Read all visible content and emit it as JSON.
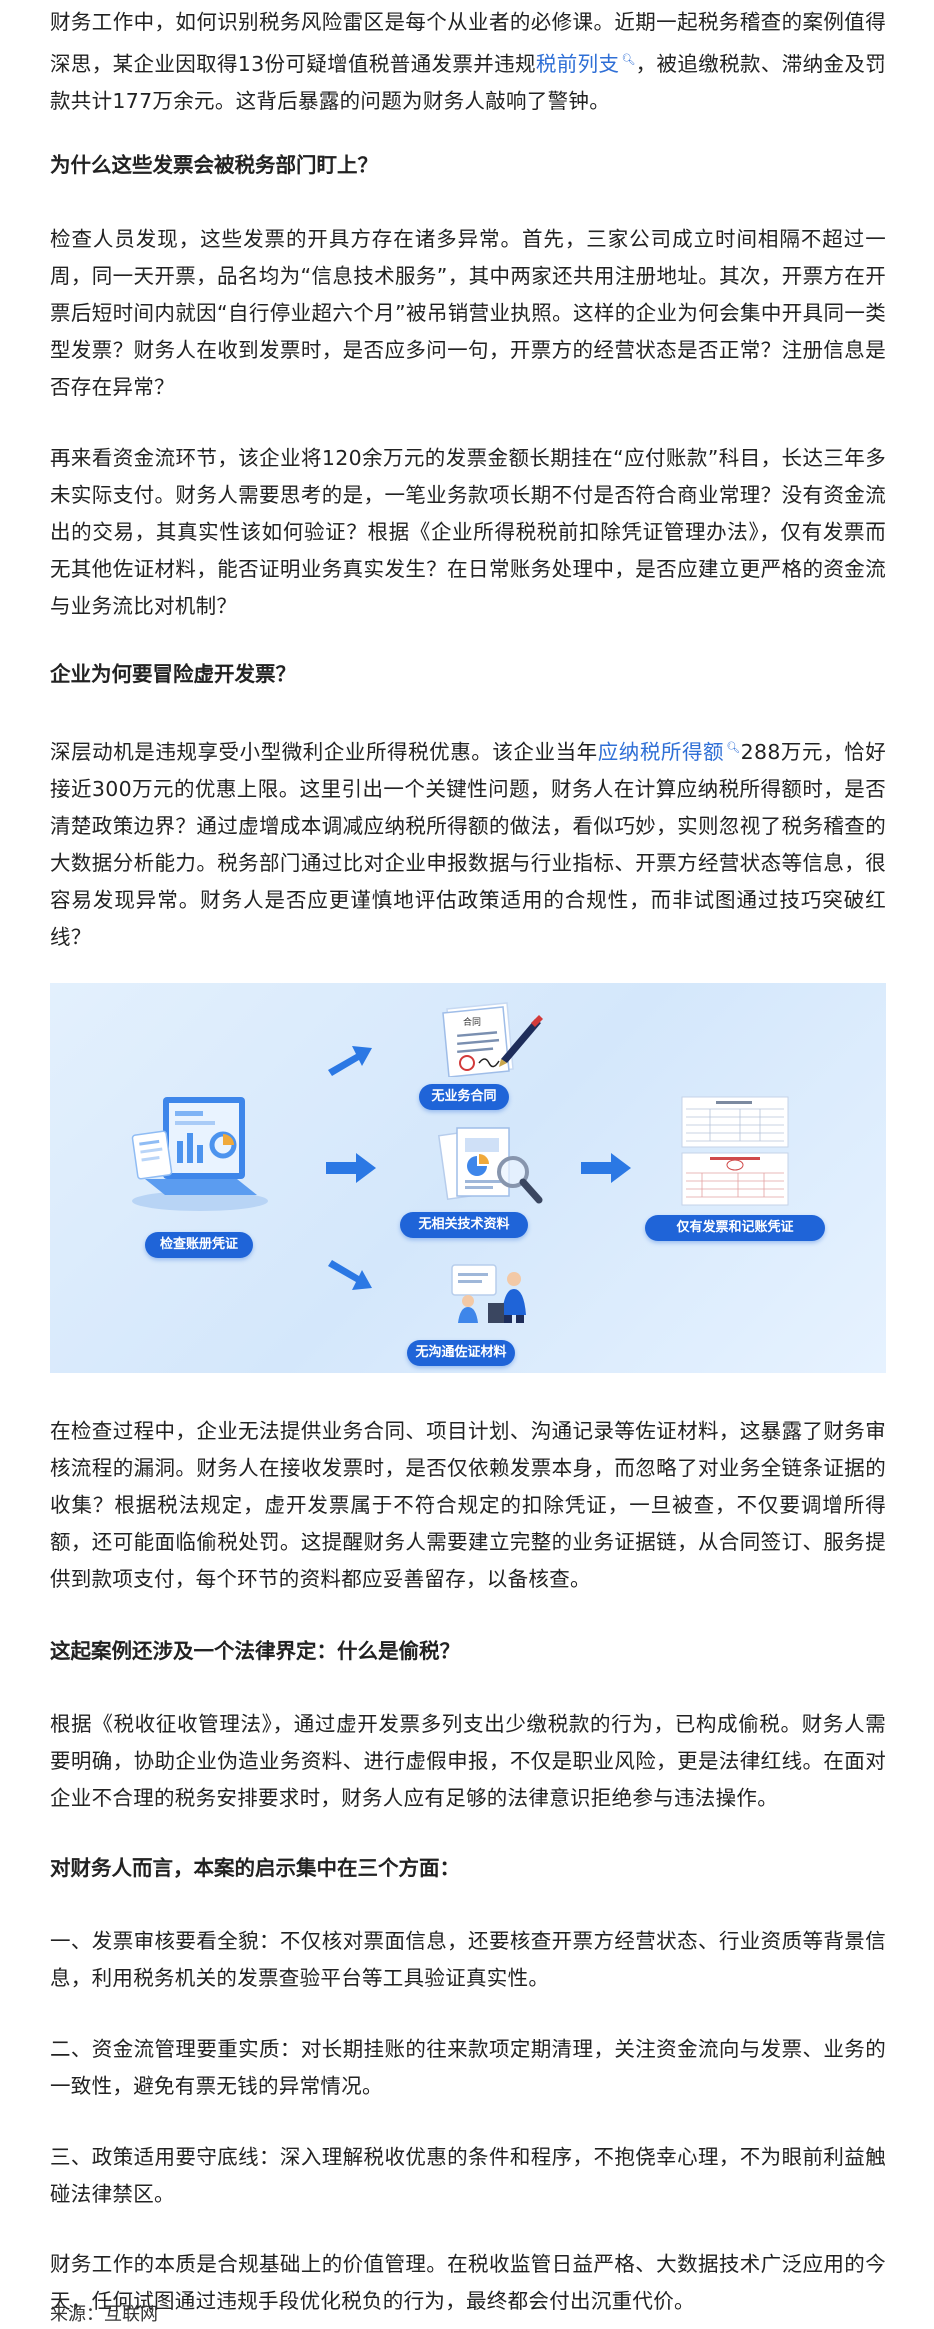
{
  "paragraphs": {
    "intro_a": "财务工作中，如何识别税务风险雷区是每个从业者的必修课。近期一起税务稽查的案例值得深思，某企业因取得13份可疑增值税普通发票并违规",
    "intro_link": "税前列支",
    "intro_b": "，被追缴税款、滞纳金及罚款共计177万余元。这背后暴露的问题为财务人敲响了警钟。",
    "h1": "为什么这些发票会被税务部门盯上？",
    "p2": "检查人员发现，这些发票的开具方存在诸多异常。首先，三家公司成立时间相隔不超过一周，同一天开票，品名均为“信息技术服务”，其中两家还共用注册地址。其次，开票方在开票后短时间内就因“自行停业超六个月”被吊销营业执照。这样的企业为何会集中开具同一类型发票？财务人在收到发票时，是否应多问一句，开票方的经营状态是否正常？注册信息是否存在异常？",
    "p3": "再来看资金流环节，该企业将120余万元的发票金额长期挂在“应付账款”科目，长达三年多未实际支付。财务人需要思考的是，一笔业务款项长期不付是否符合商业常理？没有资金流出的交易，其真实性该如何验证？根据《企业所得税税前扣除凭证管理办法》，仅有发票而无其他佐证材料，能否证明业务真实发生？在日常账务处理中，是否应建立更严格的资金流与业务流比对机制？",
    "h2": "企业为何要冒险虚开发票？",
    "p4_a": "深层动机是违规享受小型微利企业所得税优惠。该企业当年",
    "p4_link": "应纳税所得额",
    "p4_b": "288万元，恰好接近300万元的优惠上限。这里引出一个关键性问题，财务人在计算应纳税所得额时，是否清楚政策边界？通过虚增成本调减应纳税所得额的做法，看似巧妙，实则忽视了税务稽查的大数据分析能力。税务部门通过比对企业申报数据与行业指标、开票方经营状态等信息，很容易发现异常。财务人是否应更谨慎地评估政策适用的合规性，而非试图通过技巧突破红线？",
    "p5": "在检查过程中，企业无法提供业务合同、项目计划、沟通记录等佐证材料，这暴露了财务审核流程的漏洞。财务人在接收发票时，是否仅依赖发票本身，而忽略了对业务全链条证据的收集？根据税法规定，虚开发票属于不符合规定的扣除凭证，一旦被查，不仅要调增所得额，还可能面临偷税处罚。这提醒财务人需要建立完整的业务证据链，从合同签订、服务提供到款项支付，每个环节的资料都应妥善留存，以备核查。",
    "h3": "这起案例还涉及一个法律界定：什么是偷税？",
    "p6": "根据《税收征收管理法》，通过虚开发票多列支出少缴税款的行为，已构成偷税。财务人需要明确，协助企业伪造业务资料、进行虚假申报，不仅是职业风险，更是法律红线。在面对企业不合理的税务安排要求时，财务人应有足够的法律意识拒绝参与违法操作。",
    "h4": "对财务人而言，本案的启示集中在三个方面：",
    "p7": "一、发票审核要看全貌：不仅核对票面信息，还要核查开票方经营状态、行业资质等背景信息，利用税务机关的发票查验平台等工具验证真实性。",
    "p8": "二、资金流管理要重实质：对长期挂账的往来款项定期清理，关注资金流向与发票、业务的一致性，避免有票无钱的异常情况。",
    "p9": "三、政策适用要守底线：深入理解税收优惠的条件和程序，不抱侥幸心理，不为眼前利益触碰法律禁区。",
    "p10": "财务工作的本质是合规基础上的价值管理。在税收监管日益严格、大数据技术广泛应用的今天，任何试图通过违规手段优化税负的行为，最终都会付出沉重代价。",
    "source": "来源：互联网"
  },
  "figure": {
    "left_label": "检查账册凭证",
    "mid_top_label": "无业务合同",
    "mid_mid_label": "无相关技术资料",
    "mid_bot_label": "无沟通佐证材料",
    "right_label": "仅有发票和记账凭证",
    "contract_word": "合同"
  },
  "colors": {
    "link": "#2f6fd6",
    "pill": "#1f64d8",
    "arrow": "#2b78e4",
    "figure_bg": "#dbeafc"
  }
}
